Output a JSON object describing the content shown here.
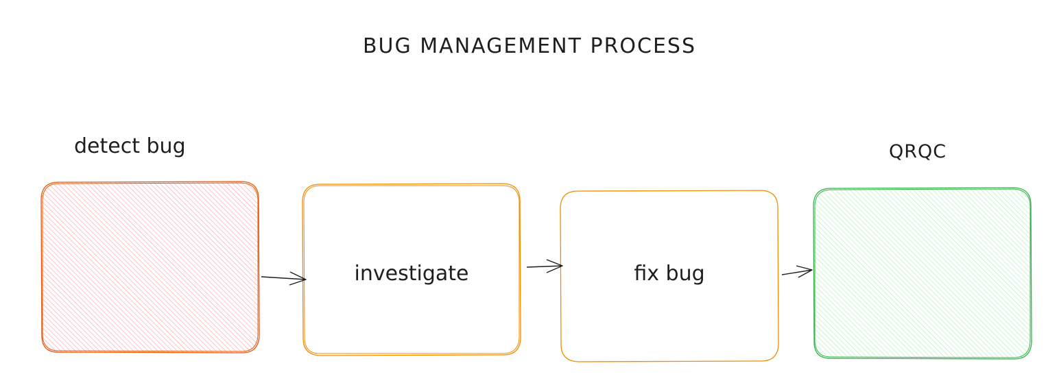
{
  "diagram": {
    "title": "BUG MANAGEMENT PROCESS",
    "nodes": [
      {
        "id": "detect",
        "label": "detect bug",
        "label_position": "above",
        "fill": "hatched",
        "color": "#e03131",
        "hatch_color": "#ffc9c9"
      },
      {
        "id": "investigate",
        "label": "investigate",
        "label_position": "inside",
        "fill": "none",
        "color": "#f08c00"
      },
      {
        "id": "fix",
        "label": "fix bug",
        "label_position": "inside",
        "fill": "none",
        "color": "#f08c00"
      },
      {
        "id": "qrqc",
        "label": "QRQC",
        "label_position": "above",
        "fill": "hatched",
        "color": "#2f9e44",
        "hatch_color": "#b2f2bb"
      }
    ],
    "edges": [
      {
        "from": "detect",
        "to": "investigate"
      },
      {
        "from": "investigate",
        "to": "fix"
      },
      {
        "from": "fix",
        "to": "qrqc"
      }
    ]
  }
}
